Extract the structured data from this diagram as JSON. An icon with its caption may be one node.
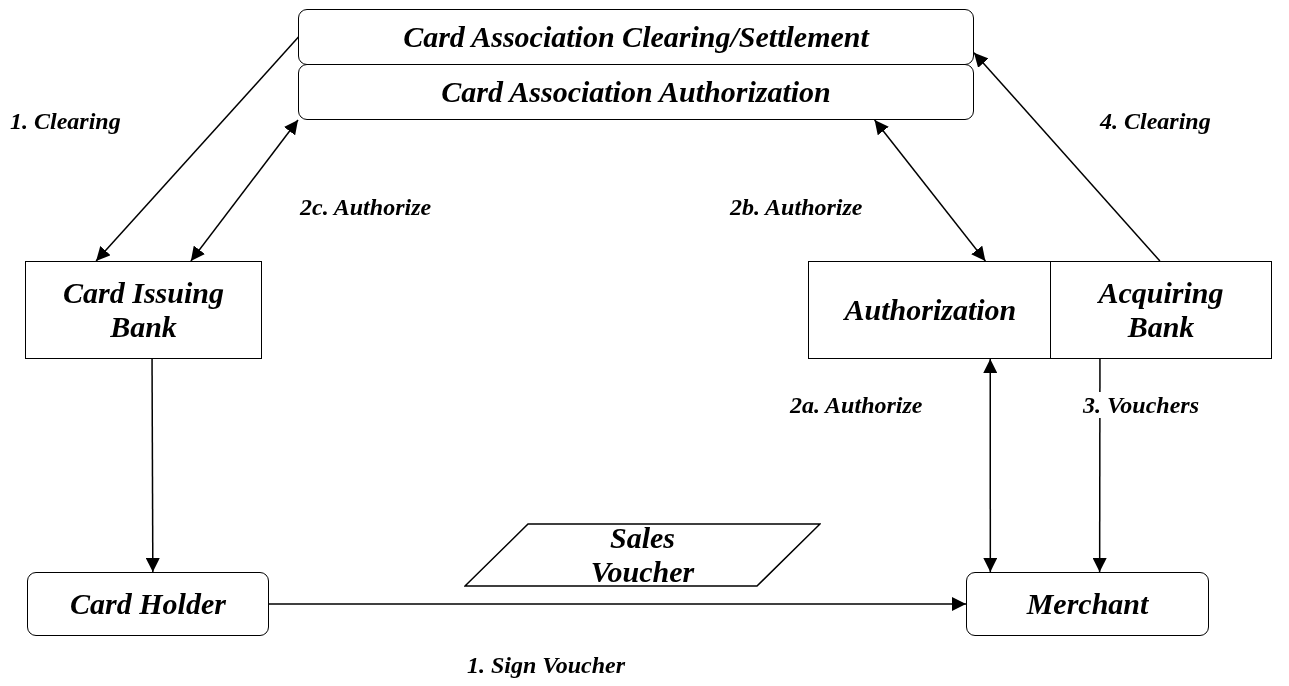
{
  "diagram": {
    "nodes": [
      {
        "text": [
          "Card Association Clearing/Settlement"
        ]
      },
      {
        "text": [
          "Card Association Authorization"
        ]
      },
      {
        "text": [
          "Card Issuing Bank"
        ]
      },
      {
        "text": [
          "Authorization"
        ]
      },
      {
        "text": [
          "Acquiring Bank"
        ]
      },
      {
        "text": [
          "Sales Voucher"
        ]
      },
      {
        "text": [
          "Card Holder"
        ]
      },
      {
        "text": [
          "Merchant"
        ]
      }
    ],
    "edges": [
      {
        "from": 0,
        "to": 2,
        "arrow": "to",
        "label": "1. Clearing"
      },
      {
        "from": 1,
        "to": 2,
        "arrow": "both",
        "label": "2c. Authorize"
      },
      {
        "from": 1,
        "to": 3,
        "arrow": "both",
        "label": "2b. Authorize"
      },
      {
        "from": 4,
        "to": 0,
        "arrow": "to",
        "label": "4. Clearing"
      },
      {
        "from": 3,
        "to": 7,
        "arrow": "both",
        "label": "2a. Authorize"
      },
      {
        "from": 4,
        "to": 7,
        "arrow": "to",
        "label": "3. Vouchers"
      },
      {
        "from": 2,
        "to": 6,
        "arrow": "to"
      },
      {
        "from": 6,
        "to": 7,
        "arrow": "to",
        "label": "1. Sign Voucher"
      }
    ]
  }
}
